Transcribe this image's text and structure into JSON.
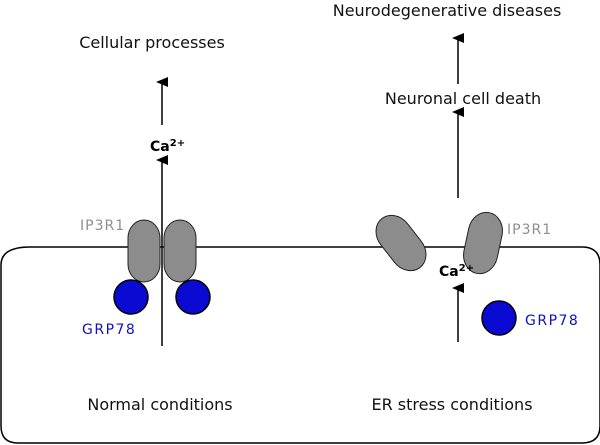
{
  "labels": {
    "top_left": "Cellular processes",
    "top_right": "Neurodegenerative diseases",
    "mid_right": "Neuronal cell death",
    "ca_base": "Ca",
    "ca_charge": "2+",
    "receptor": "IP3R1",
    "chaperone": "GRP78",
    "condition_normal": "Normal conditions",
    "condition_stress": "ER stress conditions"
  },
  "colors": {
    "membrane": "#000000",
    "receptor_fill": "#8c8c8c",
    "chaperone_fill": "#0a0ad2",
    "chaperone_text": "#1010c0",
    "receptor_text": "#8f8f8f"
  }
}
